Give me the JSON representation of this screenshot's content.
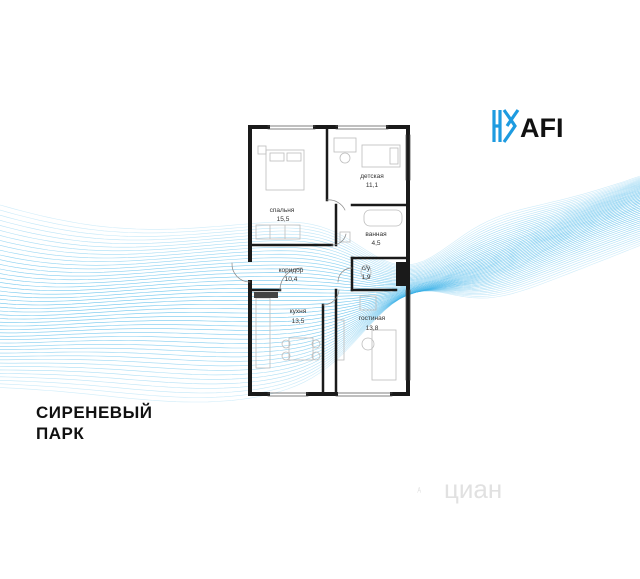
{
  "project": {
    "title_line1": "СИРЕНЕВЫЙ",
    "title_line2": "ПАРК"
  },
  "brand": {
    "logo_text": "AFI",
    "accent_color": "#1e9be0",
    "logo_icon": "afi-mark-icon"
  },
  "watermark": {
    "text": "циан",
    "icon": "cian-logo-icon"
  },
  "rooms": [
    {
      "id": "bedroom",
      "label": "спальня",
      "area": "15,5"
    },
    {
      "id": "kids",
      "label": "детская",
      "area": "11,1"
    },
    {
      "id": "bathroom",
      "label": "ванная",
      "area": "4,5"
    },
    {
      "id": "wc",
      "label": "с/у",
      "area": "1,9"
    },
    {
      "id": "corridor",
      "label": "коридор",
      "area": "10,4"
    },
    {
      "id": "kitchen",
      "label": "кухня",
      "area": "13,5"
    },
    {
      "id": "living",
      "label": "гостиная",
      "area": "13,8"
    }
  ],
  "colors": {
    "wall": "#1a1a1a",
    "wave": "#3fb3e8",
    "furniture": "#c8c8c8"
  }
}
